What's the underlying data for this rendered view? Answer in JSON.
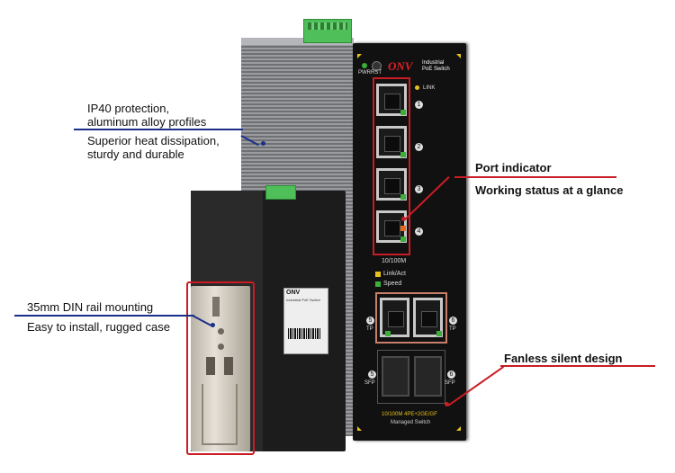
{
  "annotations": {
    "ip40_title": "IP40 protection,",
    "ip40_title2": "aluminum alloy profiles",
    "heat_line1": "Superior heat dissipation,",
    "heat_line2": "sturdy and durable",
    "port_indicator": "Port indicator",
    "working_status": "Working status at a glance",
    "din_rail": "35mm DIN rail mounting",
    "easy_install": "Easy to install, rugged case",
    "fanless": "Fanless silent design"
  },
  "device": {
    "brand": "ONV",
    "brand_sub1": "Industrial",
    "brand_sub2": "PoE Switch",
    "pwr": "PWR",
    "rst": "RST",
    "link": "LINK",
    "port_speed": "10/100M",
    "legend_link": "Link/Act",
    "legend_speed": "Speed",
    "port_numbers": [
      "1",
      "2",
      "3",
      "4"
    ],
    "tp_label_left": "TP",
    "tp_label_right": "TP",
    "sfp_label_left": "SFP",
    "sfp_label_right": "SFP",
    "tp_num_left": "5",
    "tp_num_right": "6",
    "sfp_num_left": "5",
    "sfp_num_right": "6",
    "model_line1": "10/100M 4PE+2GE/GF",
    "model_line2": "Managed Switch",
    "side_label_brand": "ONV",
    "side_label_text": "Industrial PoE Switch"
  },
  "colors": {
    "accent_red": "#c81d25",
    "accent_blue": "#1b2f8a",
    "device_black": "#111111",
    "heatsink_gray": "#8d8f93",
    "led_green": "#3cae3a",
    "led_yellow": "#e8c21a",
    "terminal_green": "#4fbf5a"
  }
}
